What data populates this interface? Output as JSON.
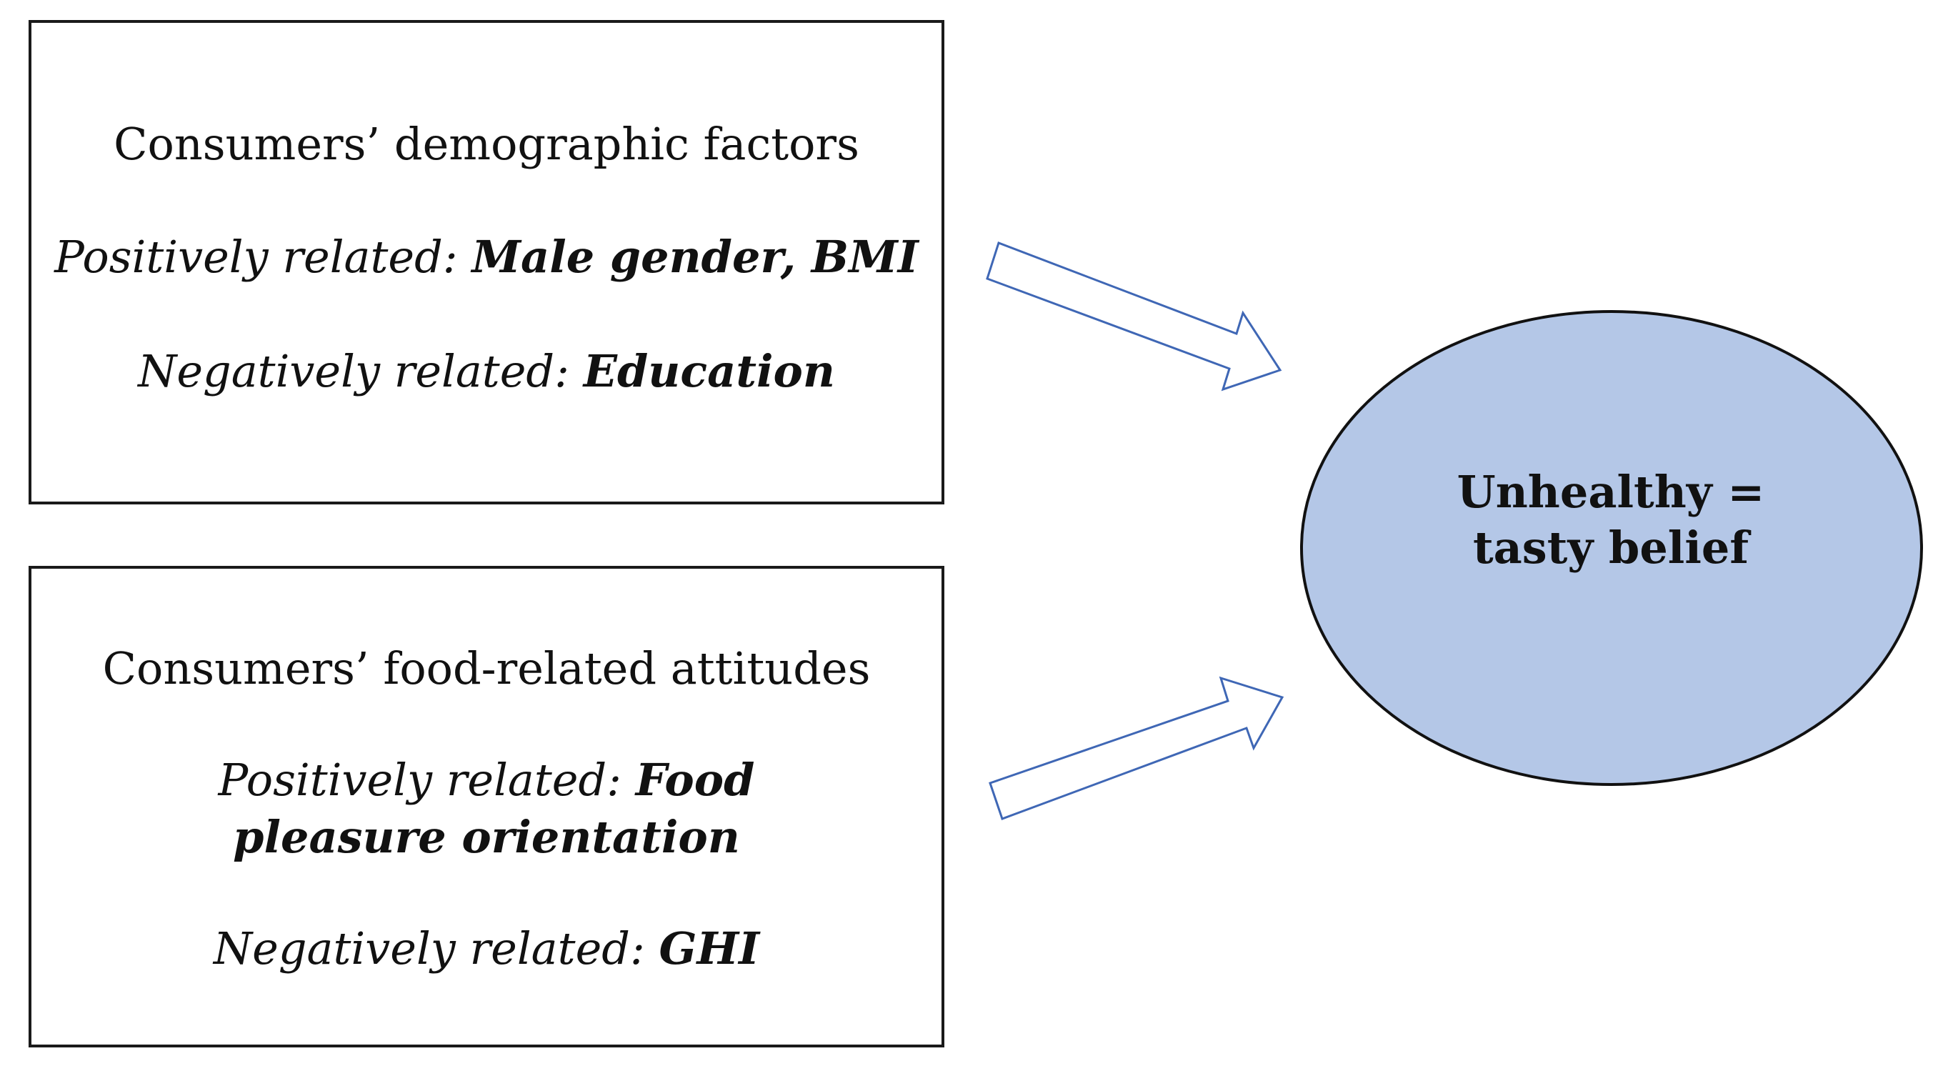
{
  "boxes": {
    "demographic": {
      "title": "Consumers’ demographic factors",
      "positive_label": "Positively related: ",
      "positive_value": "Male gender, BMI",
      "negative_label": "Negatively related: ",
      "negative_value": "Education"
    },
    "food": {
      "title": "Consumers’ food-related attitudes",
      "positive_label": "Positively related: ",
      "positive_value": "Food pleasure orientation",
      "negative_label": "Negatively related: ",
      "negative_value": "GHI"
    }
  },
  "outcome": {
    "label": "Unhealthy = tasty belief",
    "fill_color": "#b4c7e7"
  },
  "colors": {
    "arrow_stroke": "#3f67b5",
    "box_border": "#1a1a1a"
  }
}
